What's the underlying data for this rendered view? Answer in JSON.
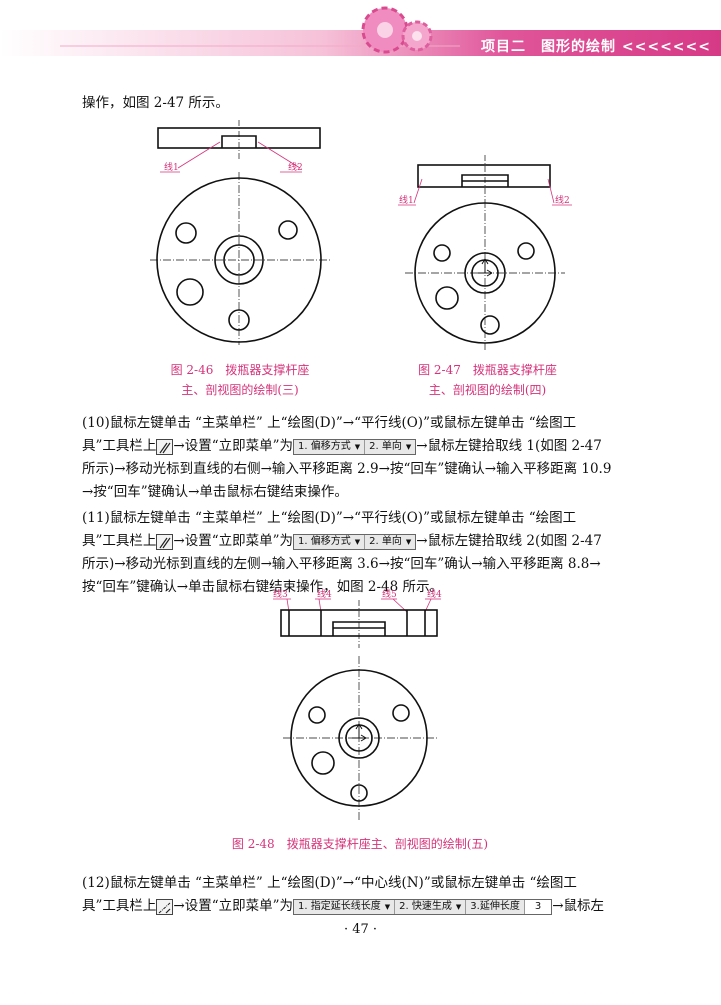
{
  "header": {
    "title": "项目二　图形的绘制 <<<<<<<"
  },
  "intro": "操作，如图 2-47 所示。",
  "fig46": {
    "labels": [
      "线1",
      "线2"
    ],
    "caption_line1": "图 2-46　拨瓶器支撑杆座",
    "caption_line2": "主、剖视图的绘制(三)"
  },
  "fig47": {
    "labels": [
      "线1",
      "线2"
    ],
    "caption_line1": "图 2-47　拨瓶器支撑杆座",
    "caption_line2": "主、剖视图的绘制(四)"
  },
  "fig48": {
    "labels": [
      "线3",
      "线4",
      "线5",
      "线4"
    ],
    "caption": "图 2-48　拨瓶器支撑杆座主、剖视图的绘制(五)"
  },
  "p10": {
    "a": "(10)鼠标左键单击 “主菜单栏” 上“绘图(D)”→“平行线(O)”或鼠标左键单击 “绘图工",
    "b1": "具”工具栏上",
    "b2": "→设置“立即菜单”为",
    "b3": "→鼠标左键拾取线 1(如图 2-47",
    "c": "所示)→移动光标到直线的右侧→输入平移距离 2.9→按“回车”键确认→输入平移距离 10.9",
    "d": "→按“回车”键确认→单击鼠标右键结束操作。",
    "menu": [
      "1. 偏移方式",
      "2. 单向"
    ]
  },
  "p11": {
    "a": "(11)鼠标左键单击 “主菜单栏” 上“绘图(D)”→“平行线(O)”或鼠标左键单击 “绘图工",
    "b1": "具”工具栏上",
    "b2": "→设置“立即菜单”为",
    "b3": "→鼠标左键拾取线 2(如图 2-47",
    "c": "所示)→移动光标到直线的左侧→输入平移距离 3.6→按“回车”确认→输入平移距离 8.8→",
    "d": "按“回车”键确认→单击鼠标右键结束操作，如图 2-48 所示。",
    "menu": [
      "1. 偏移方式",
      "2. 单向"
    ]
  },
  "p12": {
    "a": "(12)鼠标左键单击 “主菜单栏” 上“绘图(D)”→“中心线(N)”或鼠标左键单击 “绘图工",
    "b1": "具”工具栏上",
    "b2": "→设置“立即菜单”为",
    "b3": "→鼠标左",
    "menu": [
      "1. 指定延长线长度",
      "2. 快速生成",
      "3.延伸长度",
      "3"
    ]
  },
  "page_number": "· 47 ·",
  "colors": {
    "accent": "#d6337a",
    "header": "#e0559a"
  }
}
